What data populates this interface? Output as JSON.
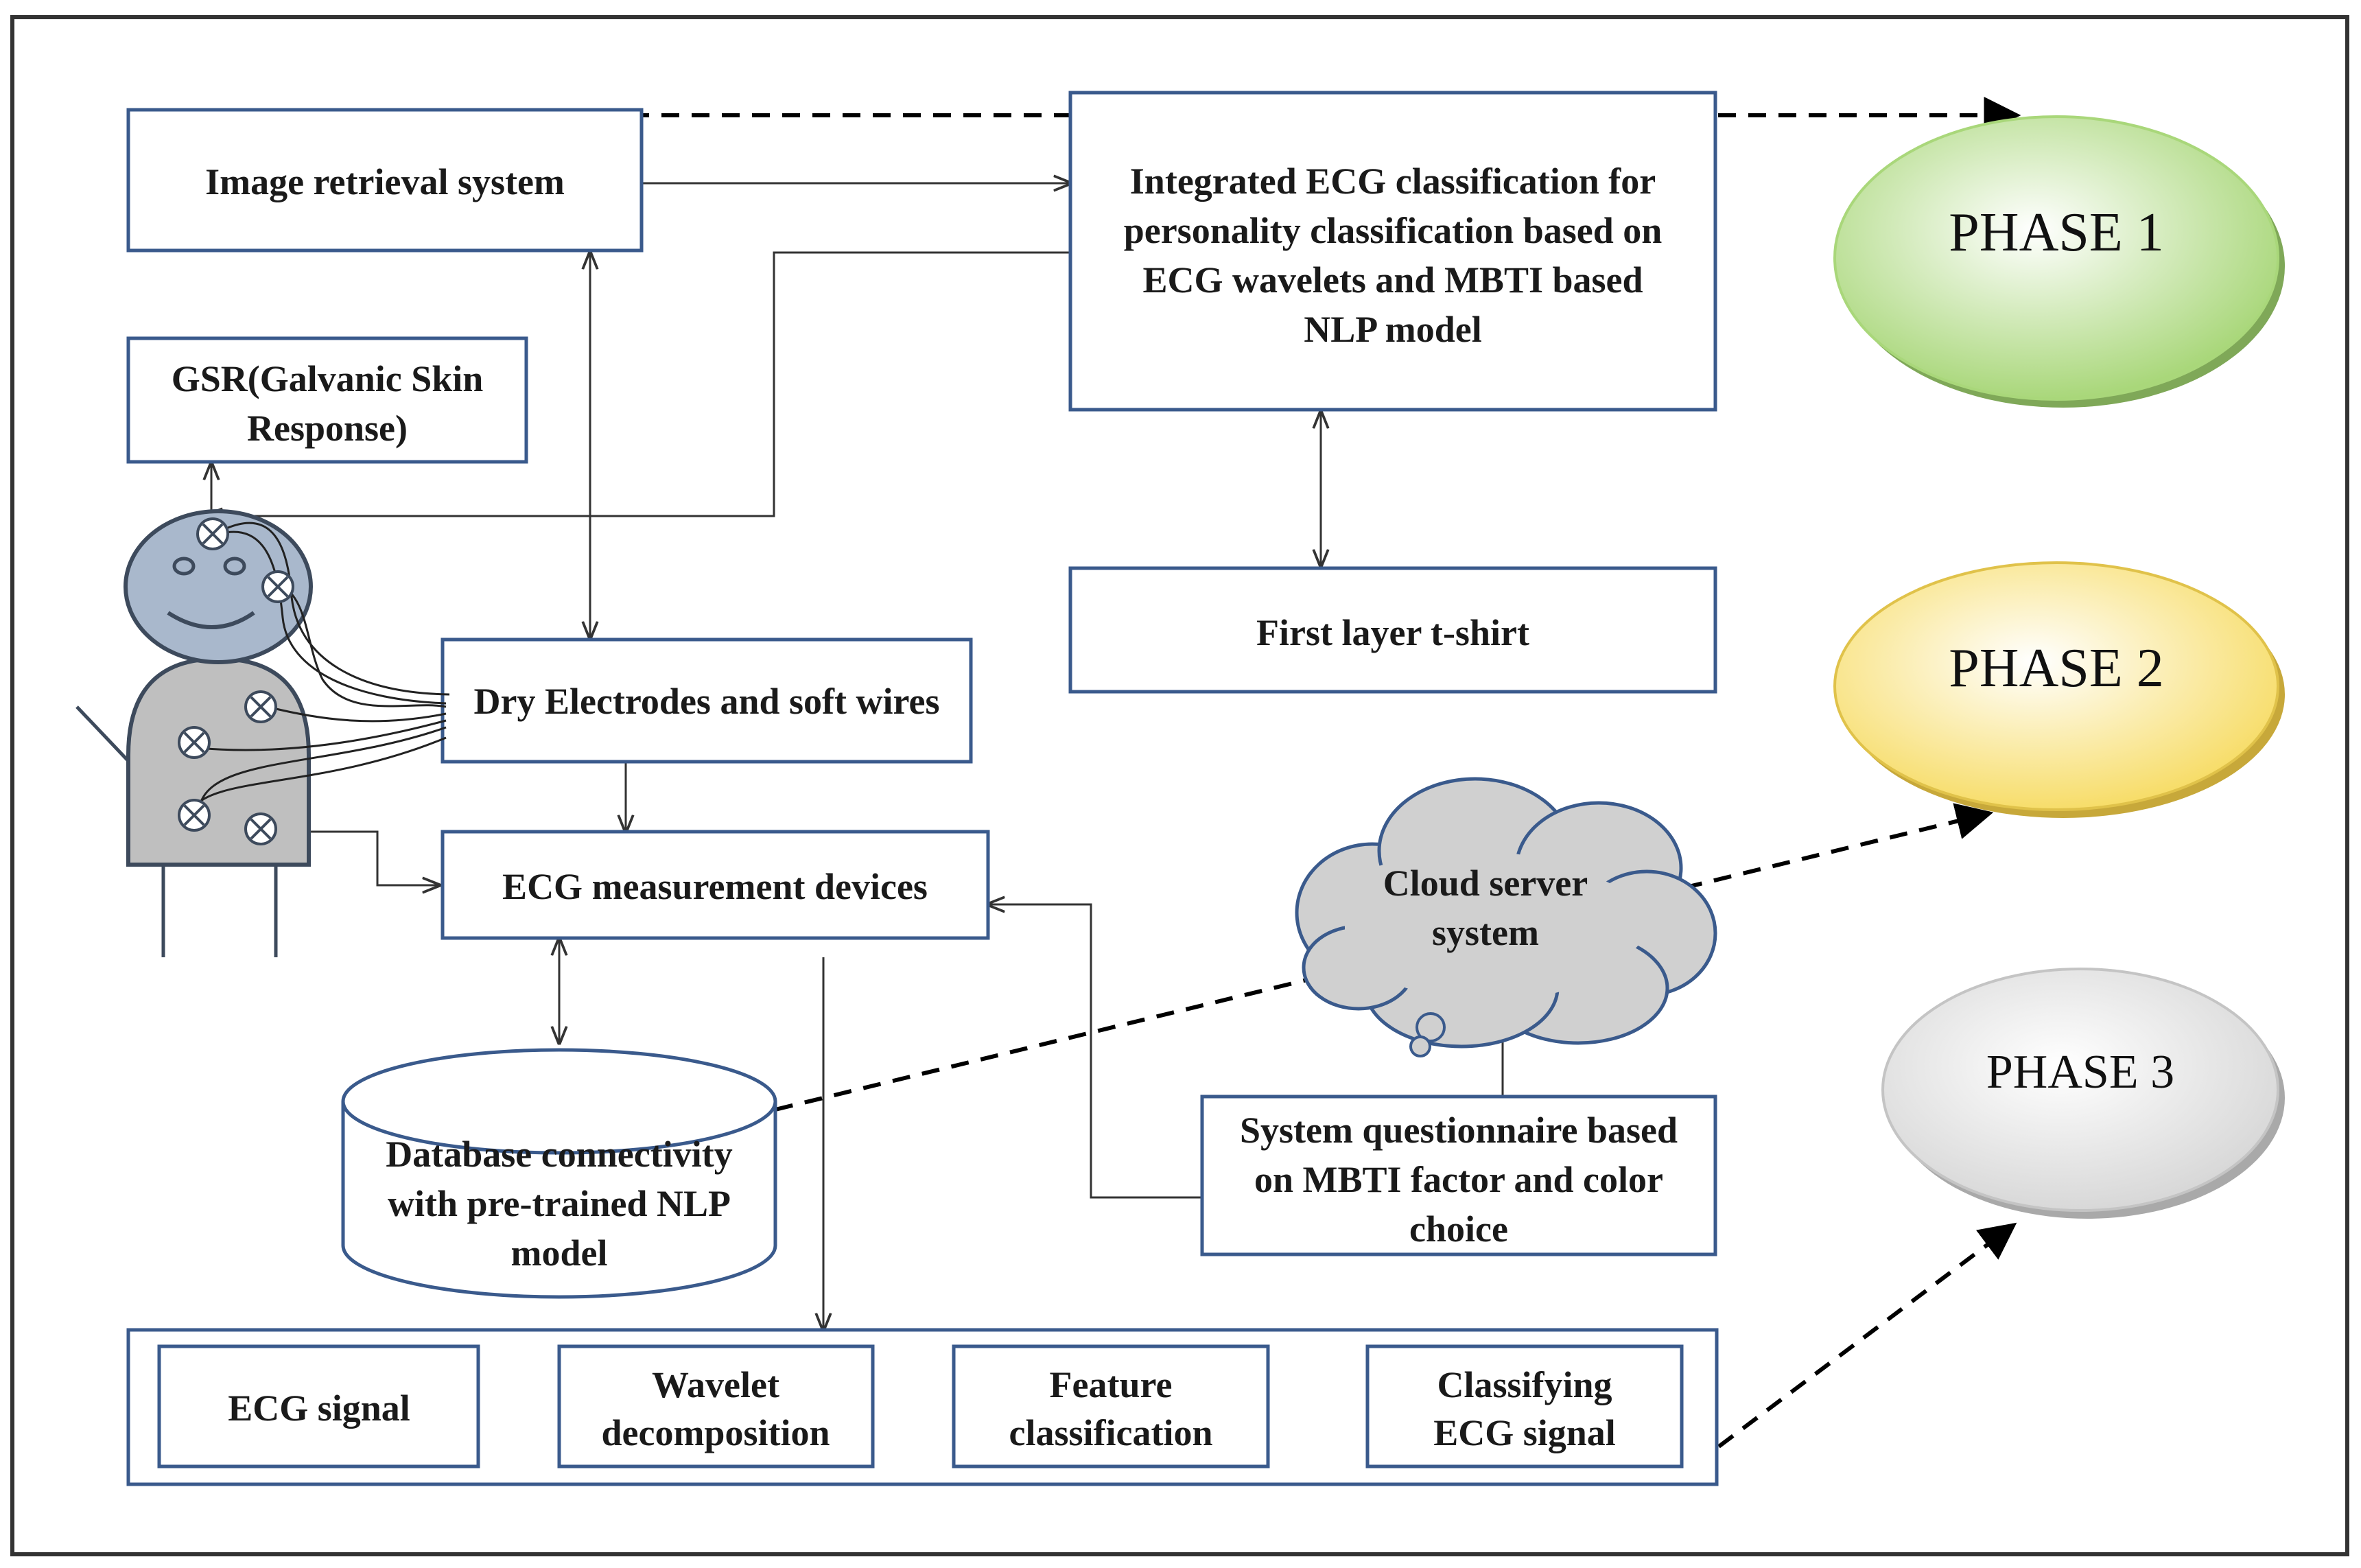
{
  "nodes": {
    "image_retrieval": "Image retrieval system",
    "integrated": [
      "Integrated ECG classification for",
      "personality classification based on",
      "ECG wavelets and MBTI based",
      "NLP model"
    ],
    "gsr": [
      "GSR(Galvanic Skin",
      "Response)"
    ],
    "tshirt": "First  layer t-shirt",
    "dry_electrodes": "Dry Electrodes and soft wires",
    "ecg_devices": "ECG measurement devices",
    "cloud": [
      "Cloud server",
      "system"
    ],
    "database": [
      "Database connectivity",
      "with pre-trained NLP",
      "model"
    ],
    "questionnaire": [
      "System questionnaire based",
      "on MBTI factor and color",
      "choice"
    ],
    "pipeline": {
      "ecg_signal": "ECG signal",
      "wavelet": [
        "Wavelet",
        "decomposition"
      ],
      "feature": [
        "Feature",
        "classification"
      ],
      "classifying": [
        "Classifying",
        "ECG signal"
      ]
    }
  },
  "phases": {
    "phase1": "PHASE 1",
    "phase2": "PHASE 2",
    "phase3": "PHASE 3"
  },
  "colors": {
    "box_border": "#3a5a8c",
    "phase1_fill": "#a9d77a",
    "phase2_fill": "#f7dd6a",
    "phase3_fill": "#d8d8d8",
    "cloud_fill": "#d0d0d0",
    "body_fill": "#bfbfbf",
    "head_fill": "#a9b8cc"
  }
}
